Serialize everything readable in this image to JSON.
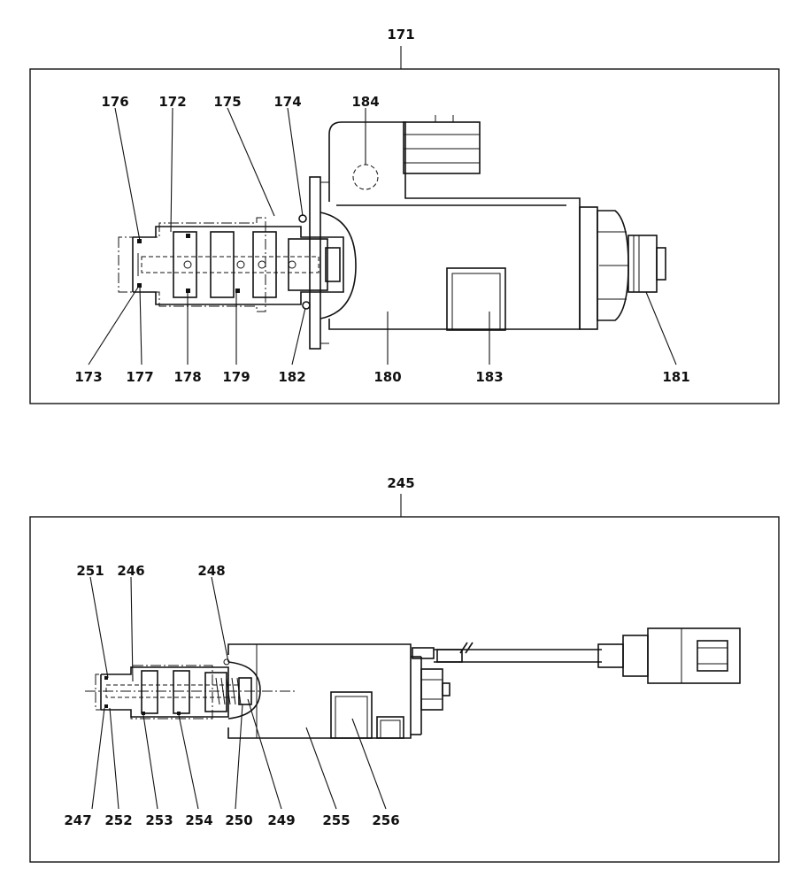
{
  "figure_top": {
    "assembly_number": "171",
    "callouts": {
      "c176": "176",
      "c172": "172",
      "c175": "175",
      "c174": "174",
      "c184": "184",
      "c173": "173",
      "c177": "177",
      "c178": "178",
      "c179": "179",
      "c182": "182",
      "c180": "180",
      "c183": "183",
      "c181": "181"
    }
  },
  "figure_bottom": {
    "assembly_number": "245",
    "callouts": {
      "c251": "251",
      "c246": "246",
      "c248": "248",
      "c247": "247",
      "c252": "252",
      "c253": "253",
      "c254": "254",
      "c250": "250",
      "c249": "249",
      "c255": "255",
      "c256": "256"
    }
  }
}
